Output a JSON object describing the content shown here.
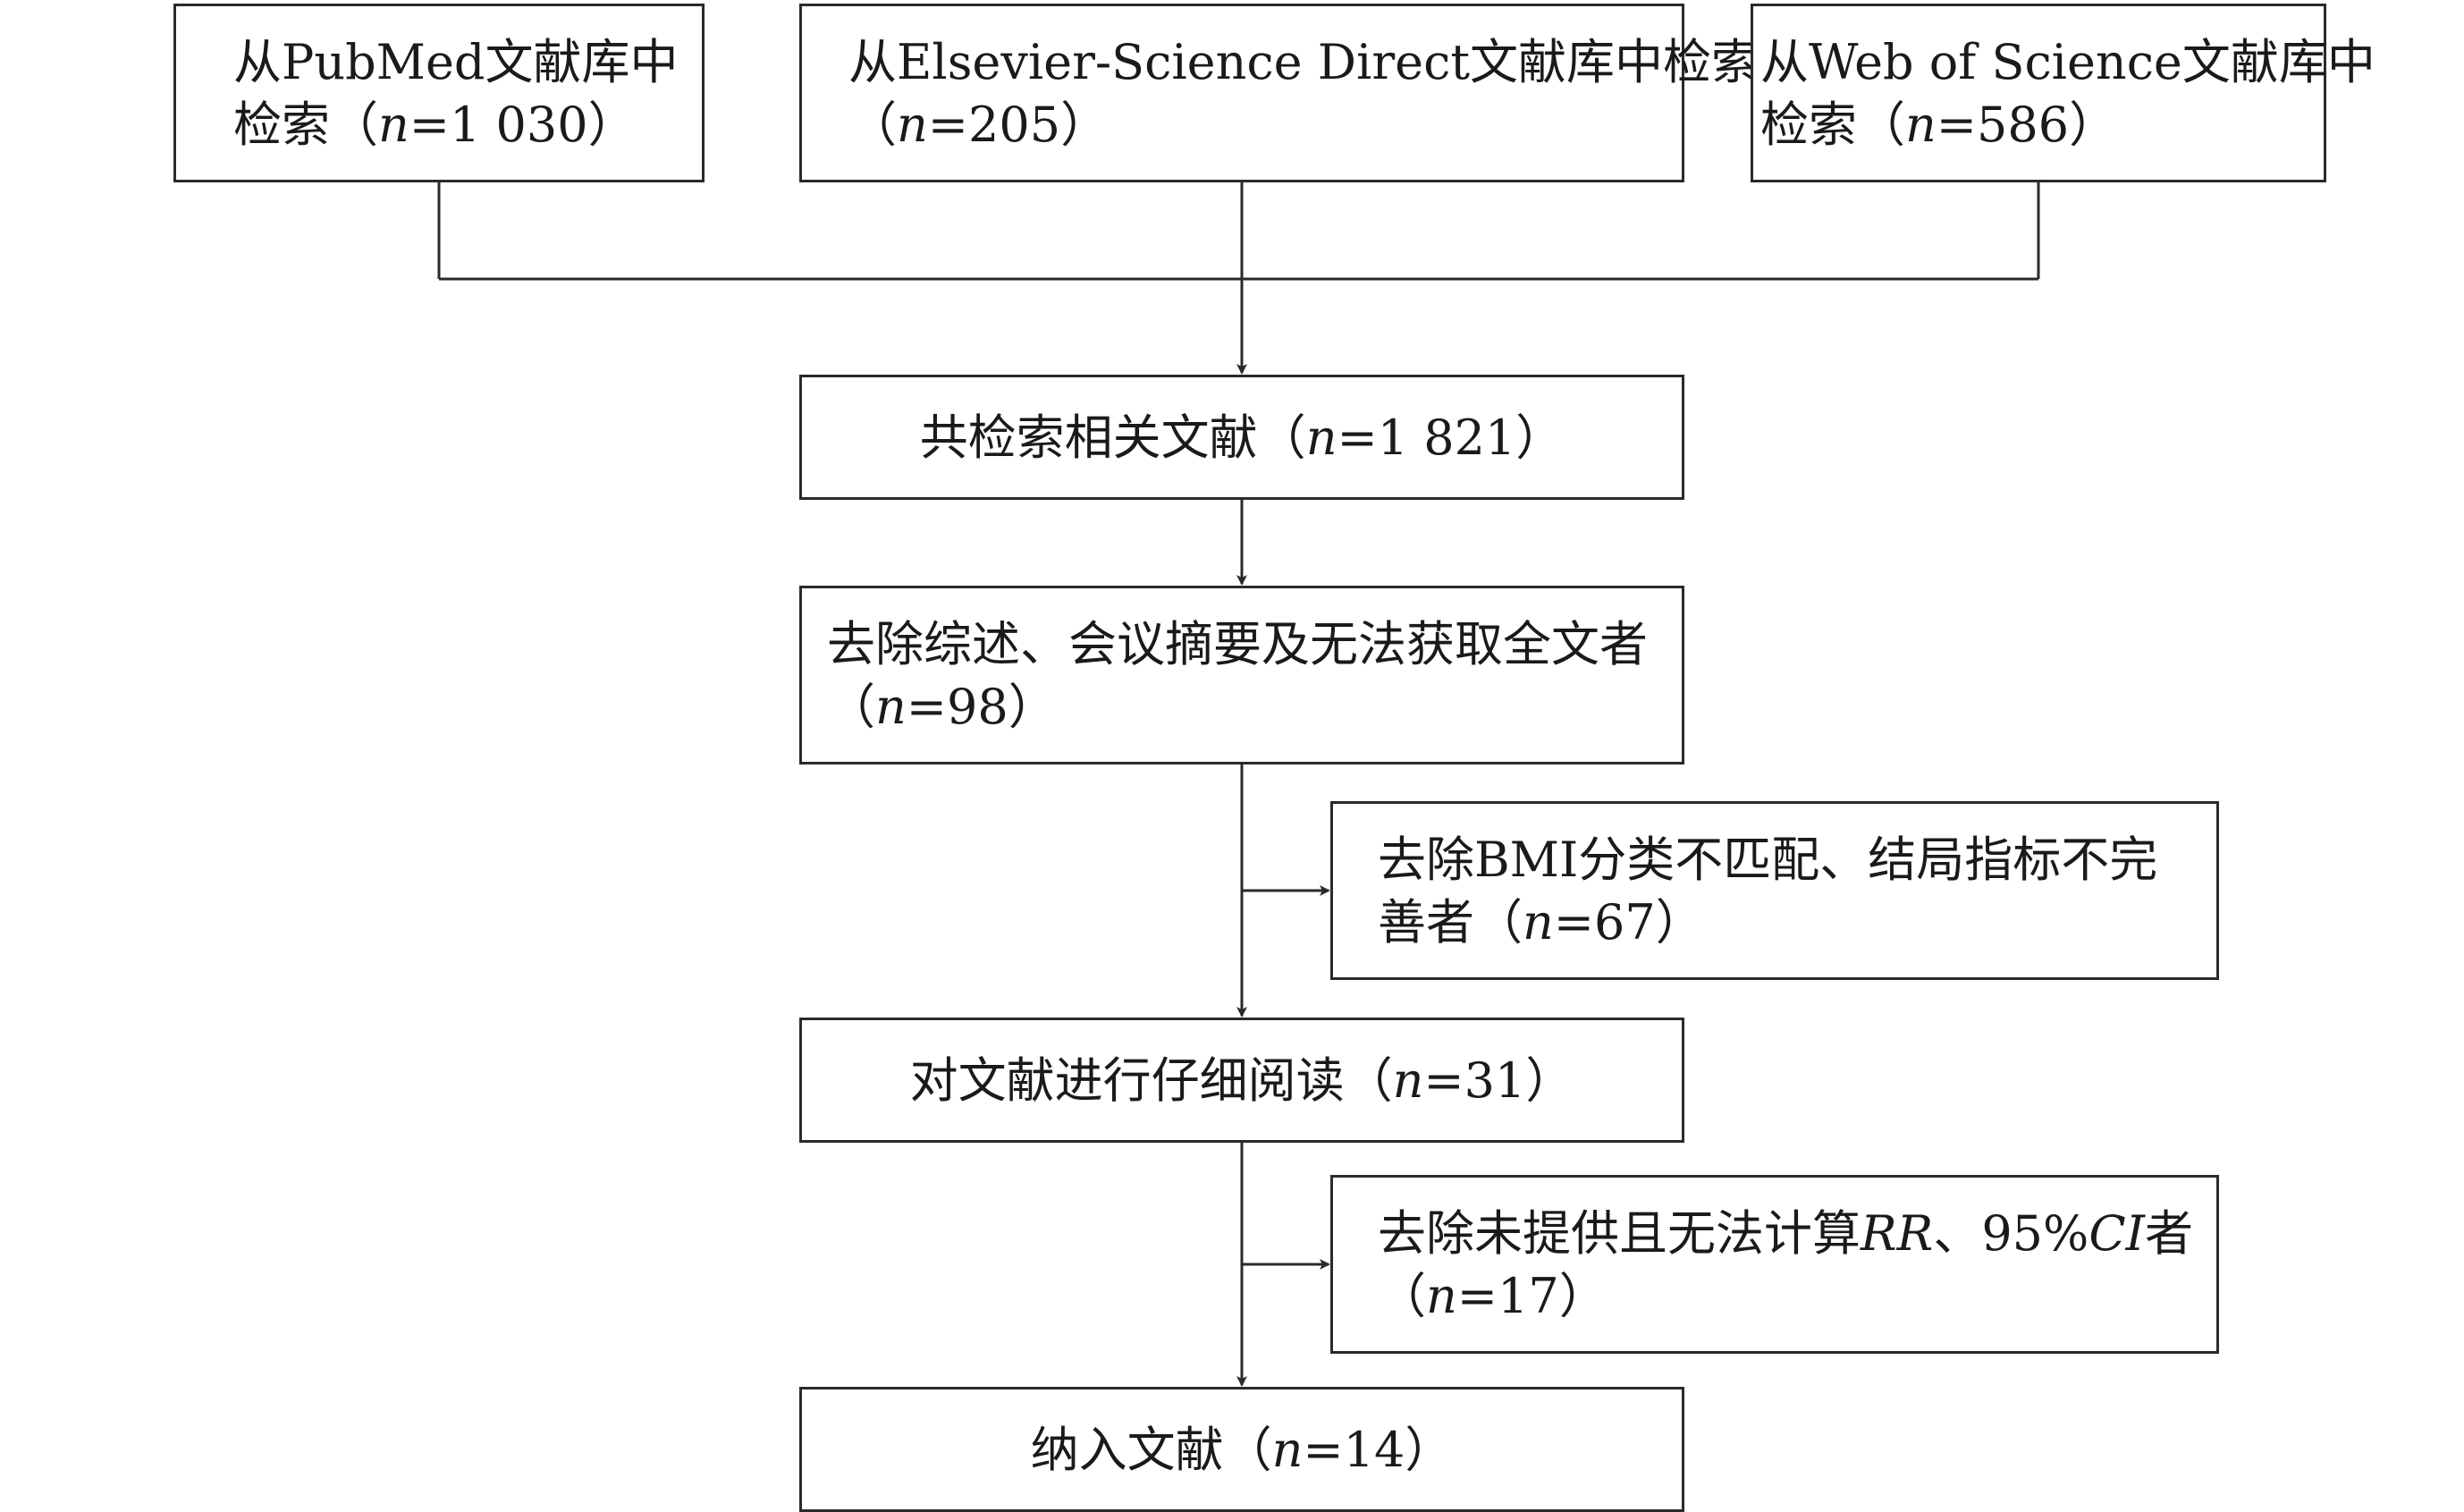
{
  "sources": {
    "pubmed": {
      "line1": "从PubMed文献库中",
      "line2_prefix": "检索（",
      "n_label": "n",
      "line2_suffix": "=1 030）"
    },
    "elsevier": {
      "line1": "从Elsevier-Science Direct文献库中检索",
      "line2_prefix": "（",
      "n_label": "n",
      "line2_suffix": "=205）"
    },
    "wos": {
      "line1": "从Web of Science文献库中",
      "line2_prefix": "检索（",
      "n_label": "n",
      "line2_suffix": "=586）"
    }
  },
  "total": {
    "prefix": "共检索相关文献（",
    "n_label": "n",
    "suffix": "=1 821）"
  },
  "exclude_reviews": {
    "line1": "去除综述、会议摘要及无法获取全文者",
    "line2_prefix": "（",
    "n_label": "n",
    "line2_suffix": "=98）"
  },
  "exclude_bmi": {
    "line1": "去除BMI分类不匹配、结局指标不完",
    "line2_prefix": "善者（",
    "n_label": "n",
    "line2_suffix": "=67）"
  },
  "full_read": {
    "prefix": "对文献进行仔细阅读（",
    "n_label": "n",
    "suffix": "=31）"
  },
  "exclude_rr": {
    "line1_prefix": "去除未提供且无法计算",
    "rr_label": "RR",
    "line1_mid": "、95%",
    "ci_label": "CI",
    "line1_suffix": "者",
    "line2_prefix": "（",
    "n_label": "n",
    "line2_suffix": "=17）"
  },
  "included": {
    "prefix": "纳入文献（",
    "n_label": "n",
    "suffix": "=14）"
  }
}
